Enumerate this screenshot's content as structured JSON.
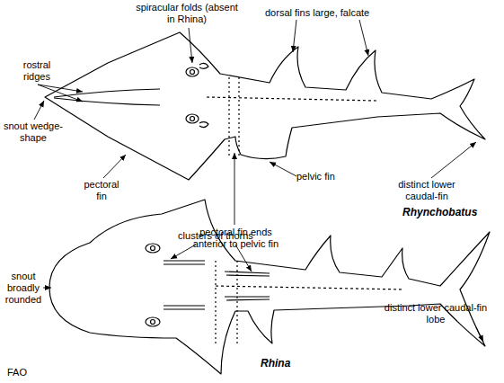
{
  "diagram": {
    "labels": [
      "rostral ridges",
      "spiracular folds (absent in Rhina)",
      "dorsal fins large, falcate",
      "snout wedge-shape",
      "pectoral fin",
      "pectoral fin ends anterior to pelvic fin",
      "pelvic fin",
      "distinct lower caudal-fin",
      "Rhynchobatus",
      "clusters of thorns",
      "snout broadly rounded",
      "distinct lower caudal-fin lobe",
      "Rhina",
      "FAO"
    ]
  }
}
